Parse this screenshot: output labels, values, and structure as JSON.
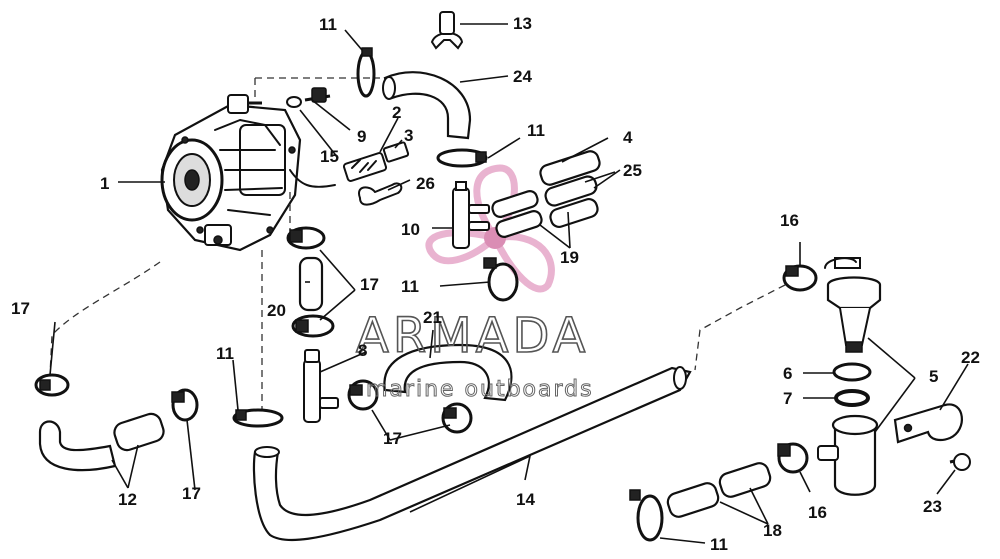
{
  "watermark": {
    "title": "ARMADA",
    "subtitle": "marine outboards",
    "logo_color": "#e6a6c8"
  },
  "callouts": [
    "1",
    "2",
    "3",
    "4",
    "5",
    "6",
    "7",
    "8",
    "9",
    "10",
    "11",
    "11",
    "11",
    "11",
    "11",
    "12",
    "13",
    "14",
    "15",
    "16",
    "16",
    "17",
    "17",
    "17",
    "17",
    "18",
    "19",
    "20",
    "21",
    "22",
    "23",
    "24",
    "25",
    "26"
  ]
}
